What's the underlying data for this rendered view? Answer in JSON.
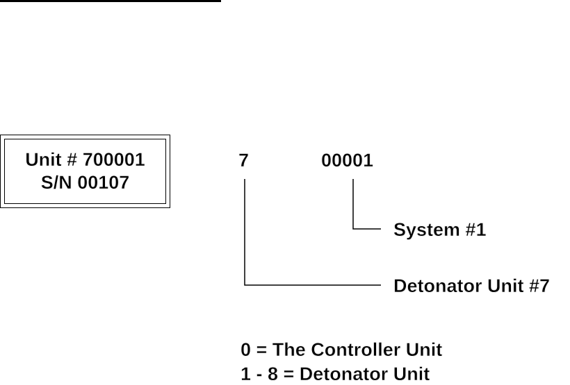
{
  "label_box": {
    "line1": "Unit # 700001",
    "line2": "S/N 00107"
  },
  "code_parts": {
    "unit_digit": "7",
    "system_digits": "00001"
  },
  "annotations": {
    "system": "System #1",
    "detonator": "Detonator Unit #7"
  },
  "legend": {
    "line1": "0 = The Controller Unit",
    "line2": "1 - 8 = Detonator Unit"
  }
}
